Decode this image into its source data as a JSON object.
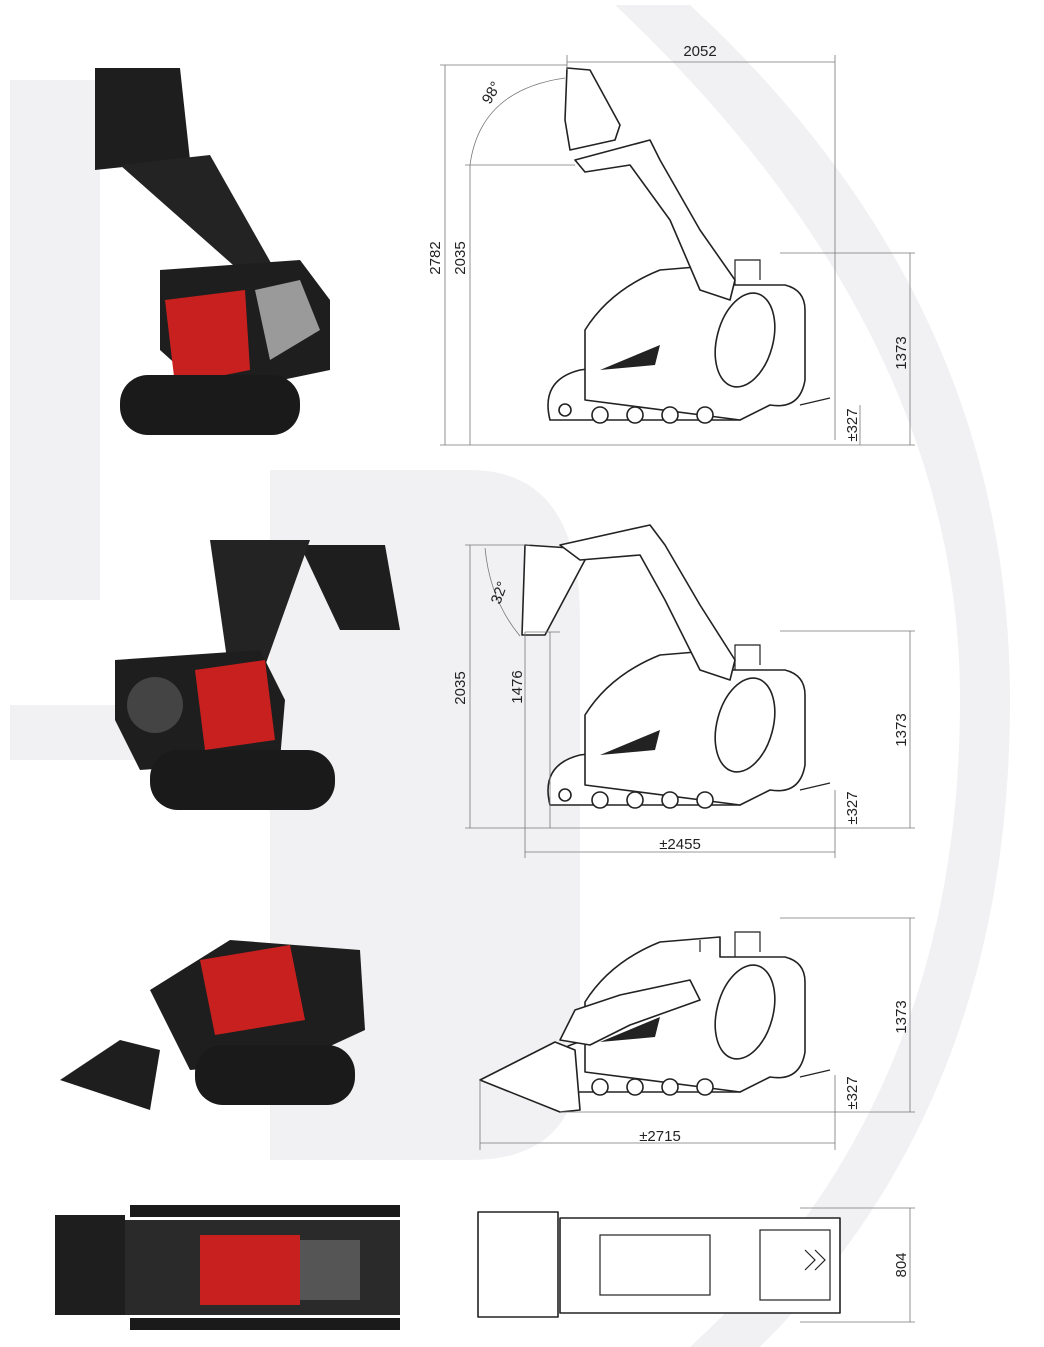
{
  "colors": {
    "machine_red": "#c8201e",
    "machine_black": "#1e1e1e",
    "background_shape": "#f1f1f3"
  },
  "views": [
    {
      "name": "raised-bucket-dumped",
      "dims": {
        "overall_length": "2052",
        "tilt_angle": "98°",
        "max_height": "2782",
        "pin_height": "2035",
        "machine_height": "1373",
        "ground_clearance": "±327"
      }
    },
    {
      "name": "raised-bucket-dump-height",
      "dims": {
        "pin_height": "2035",
        "dump_angle": "32°",
        "dump_height": "1476",
        "machine_height": "1373",
        "ground_clearance": "±327",
        "overall_length": "±2455"
      }
    },
    {
      "name": "lowered-bucket",
      "dims": {
        "machine_height": "1373",
        "ground_clearance": "±327",
        "overall_length": "±2715"
      }
    },
    {
      "name": "top-view",
      "dims": {
        "width": "804"
      }
    }
  ]
}
